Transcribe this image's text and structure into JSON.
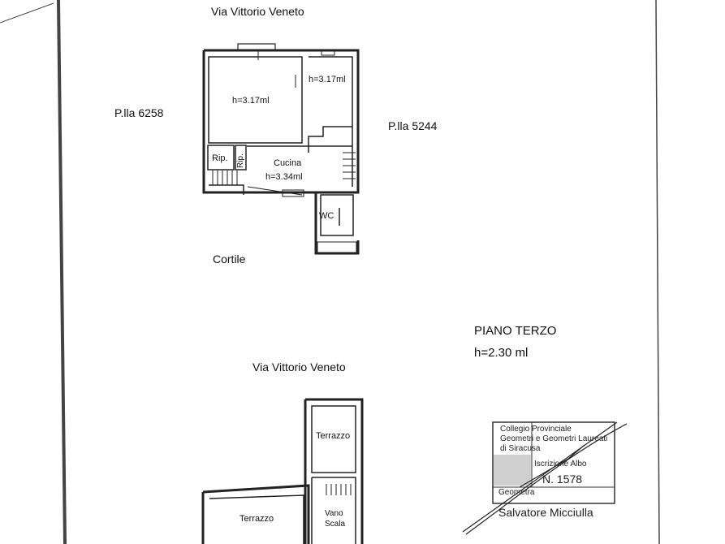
{
  "floor_top": {
    "street": "Via Vittorio Veneto",
    "parcel_left": "P.lla 6258",
    "parcel_right": "P.lla 5244",
    "courtyard": "Cortile",
    "rooms": {
      "room_main_height": "h=3.17ml",
      "room_right_height": "h=3.17ml",
      "storage": "Rip.",
      "storage_small": "Rip.",
      "kitchen": "Cucina",
      "kitchen_height": "h=3.34ml",
      "wc": "WC"
    }
  },
  "floor_info": {
    "name": "PIANO TERZO",
    "height": "h=2.30 ml"
  },
  "floor_bottom": {
    "street": "Via Vittorio Veneto",
    "terrace_top": "Terrazzo",
    "terrace_left": "Terrazzo",
    "stair_line1": "Vano",
    "stair_line2": "Scala"
  },
  "stamp": {
    "line1": "Collegio Provinciale",
    "line2": "Geometri e Geometri Laureati",
    "line3": "di Siracusa",
    "reg_label": "Iscrizione Albo",
    "reg_number": "N. 1578",
    "title": "Geometra",
    "name": "Salvatore Micciulla"
  }
}
